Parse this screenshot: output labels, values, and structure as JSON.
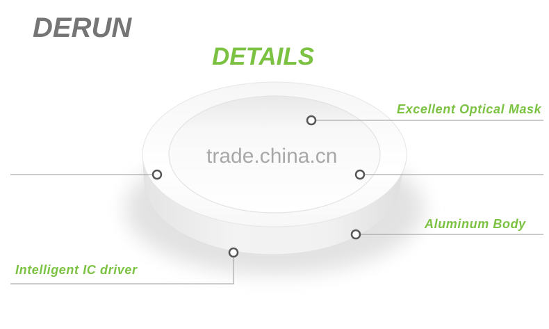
{
  "brand": "DERUN",
  "heading": "DETAILS",
  "watermark": "trade.china.cn",
  "callouts": {
    "optical_mask": "Excellent Optical Mask",
    "aluminum_body": "Aluminum Body",
    "ic_driver": "Intelligent IC driver"
  },
  "colors": {
    "accent": "#7cc242",
    "brand": "#757575",
    "line": "#9a9a9a",
    "marker": "#555555"
  }
}
